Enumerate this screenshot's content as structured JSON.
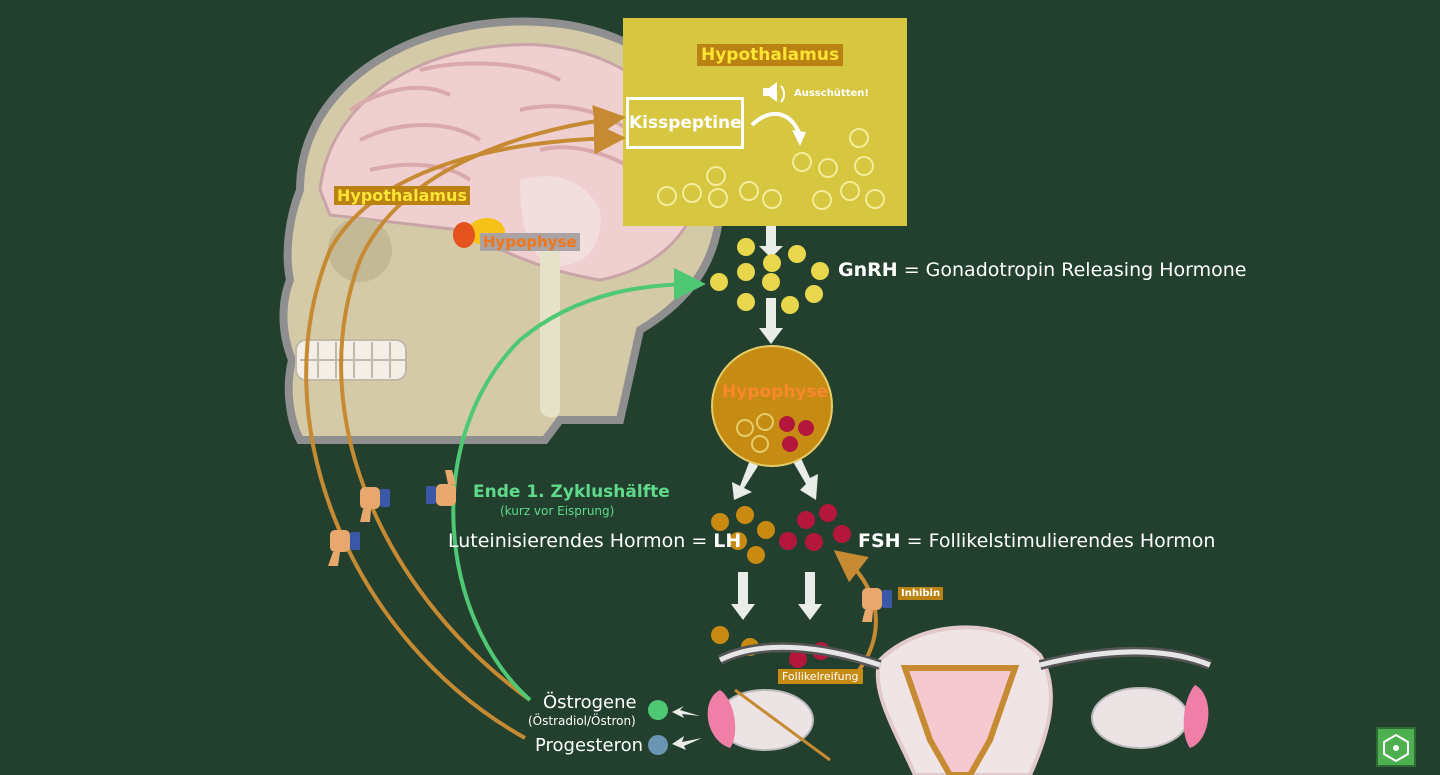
{
  "hypothalamus_panel": {
    "title": "Hypothalamus",
    "kisspeptine": "Kisspeptine",
    "release_label": "Ausschütten!"
  },
  "brain": {
    "hypothalamus_label": "Hypothalamus",
    "hypophyse_label": "Hypophyse"
  },
  "gnrh": {
    "abbr": "GnRH",
    "full": " = Gonadotropin Releasing Hormone"
  },
  "hypophyse_circle": {
    "label": "Hypophyse"
  },
  "lh": {
    "text": "Luteinisierendes Hormon = ",
    "abbr": "LH"
  },
  "fsh": {
    "abbr": "FSH",
    "text": " = Follikelstimulierendes Hormon"
  },
  "cycle": {
    "title": "Ende 1. Zyklushälfte",
    "subtitle": "(kurz vor Eisprung)"
  },
  "inhibin": "Inhibin",
  "follikelreifung": "Follikelreifung",
  "ovary_hormones": {
    "oestrogene": "Östrogene",
    "oestrogene_detail": "(Östradiol/Östron)",
    "progesteron": "Progesteron"
  },
  "colors": {
    "board": "#23402f",
    "yellow_panel": "#d6c640",
    "lh": "#c98a12",
    "fsh": "#b5163c",
    "arrow_green": "#4fc873",
    "arrow_orange": "#c68b32"
  },
  "icons": [
    "thumbs-down-icon",
    "thumbs-up-icon",
    "speaker-icon",
    "logo-icon"
  ]
}
